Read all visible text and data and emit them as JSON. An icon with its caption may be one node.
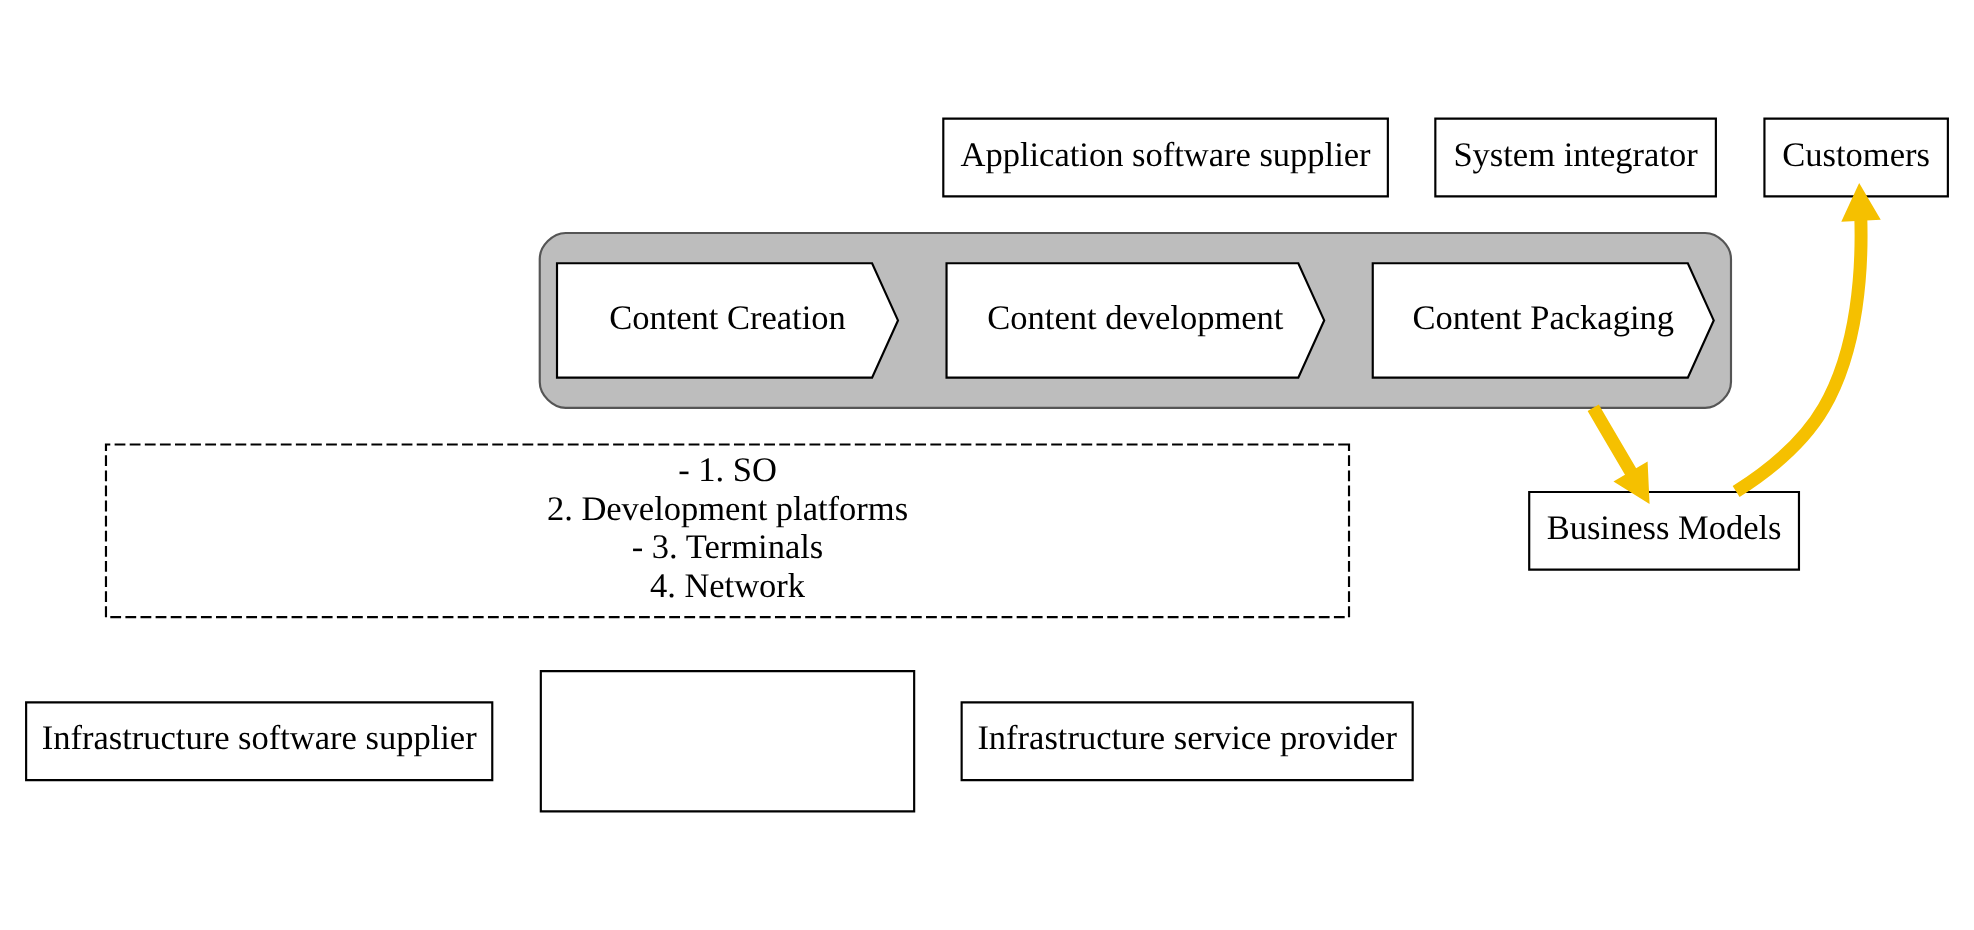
{
  "diagram": {
    "nodes": [
      {
        "text": [
          "Application software supplier"
        ]
      },
      {
        "text": [
          "System integrator"
        ]
      },
      {
        "text": [
          "Customers"
        ]
      },
      {
        "text": [],
        "shape": "box"
      },
      {
        "text": [
          "Content Creation"
        ],
        "in": 3
      },
      {
        "text": [
          "Content development"
        ],
        "in": 3
      },
      {
        "text": [
          "Content Packaging"
        ],
        "in": 3
      },
      {
        "text": [
          "Business Models"
        ]
      },
      {
        "text": [
          "- 1. SO",
          "2. Development platforms",
          "- 3. Terminals",
          "4. Network"
        ]
      },
      {
        "text": [
          "Infrastructure software supplier"
        ]
      },
      {
        "text": [],
        "shape": "box"
      },
      {
        "text": [
          "Infrastructure service provider"
        ]
      }
    ],
    "edges": [
      {
        "from": 3,
        "to": 7,
        "arrow": "to",
        "color": "#f5c000"
      },
      {
        "from": 7,
        "to": 2,
        "arrow": "to",
        "color": "#f5c000"
      }
    ]
  }
}
